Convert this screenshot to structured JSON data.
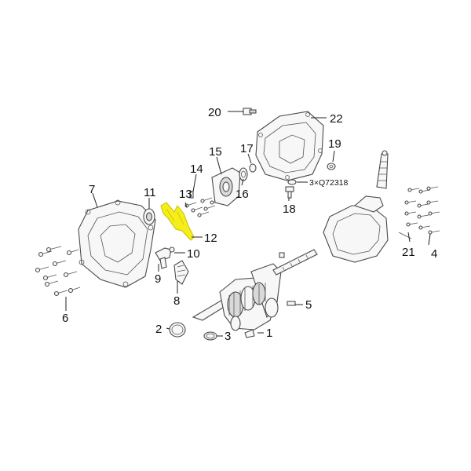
{
  "highlight_color": "#f5ee1a",
  "callouts": {
    "c1": "1",
    "c2": "2",
    "c3": "3",
    "c4": "4",
    "c5": "5",
    "c6": "6",
    "c7": "7",
    "c8": "8",
    "c9": "9",
    "c10": "10",
    "c11": "11",
    "c12": "12",
    "c13": "13",
    "c14": "14",
    "c15": "15",
    "c16": "16",
    "c17": "17",
    "c18": "18",
    "c19": "19",
    "c20": "20",
    "c21": "21",
    "c22": "22"
  },
  "annotation": "3×Q72318"
}
